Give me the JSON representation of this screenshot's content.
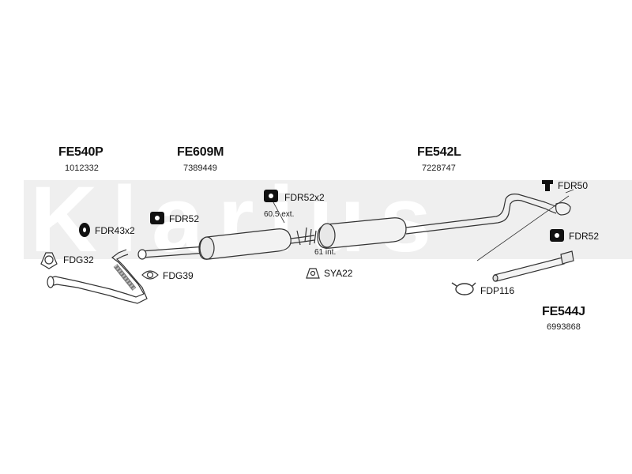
{
  "watermark": {
    "text": "Klarius",
    "color": "#d9d9d9"
  },
  "assemblies": [
    {
      "code": "FE540P",
      "number": "1012332"
    },
    {
      "code": "FE609M",
      "number": "7389449"
    },
    {
      "code": "FE542L",
      "number": "7228747"
    },
    {
      "code": "FE544J",
      "number": "6993868"
    }
  ],
  "parts": {
    "fdr52x2": "FDR52x2",
    "fdr50": "FDR50",
    "fdr52_left": "FDR52",
    "fdr52_right": "FDR52",
    "fdr43x2": "FDR43x2",
    "fdg32": "FDG32",
    "fdg39": "FDG39",
    "sya22": "SYA22",
    "fdp116": "FDP116"
  },
  "measurements": {
    "ext": "60.5 ext.",
    "int": "61 int."
  }
}
